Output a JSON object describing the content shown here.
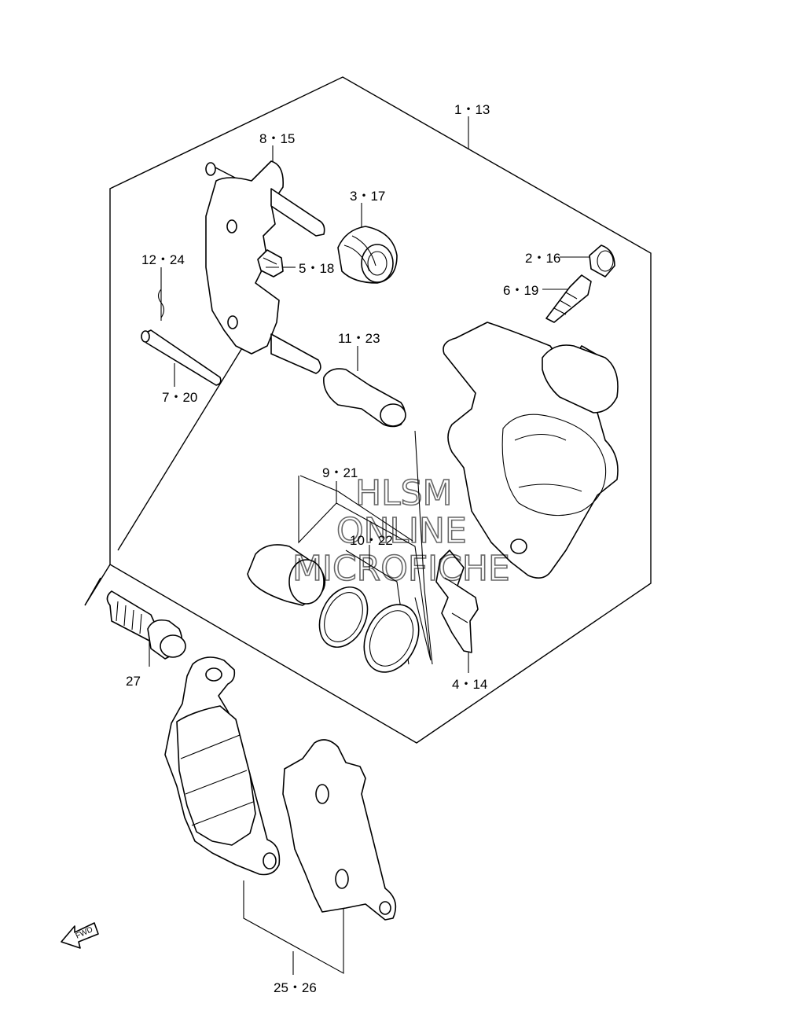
{
  "labels": {
    "l1": "1・13",
    "l8": "8・15",
    "l3": "3・17",
    "l2": "2・16",
    "l6": "6・19",
    "l12": "12・24",
    "l5": "5・18",
    "l11": "11・23",
    "l7": "7・20",
    "l9": "9・21",
    "l10": "10・22",
    "l27": "27",
    "l4": "4・14",
    "l25": "25・26"
  },
  "watermark": {
    "line1": "HLSM",
    "line2": "ONLINE",
    "line3": "MICROFICHE"
  },
  "fwd_label": "FWD"
}
